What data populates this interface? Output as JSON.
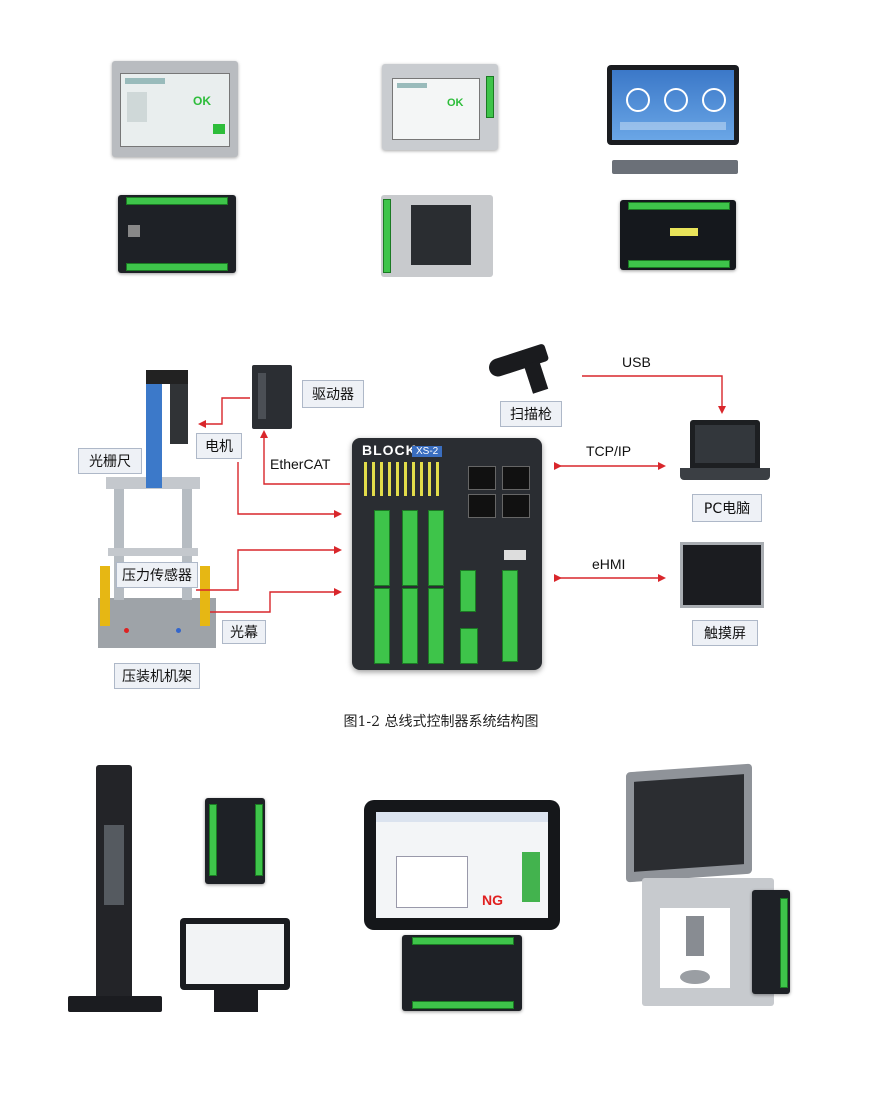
{
  "top_gallery": {
    "hmi1_ok": "OK",
    "hmi2_ok": "OK"
  },
  "diagram": {
    "controller_brand": "BLOCK",
    "controller_model": "XS-2",
    "labels": {
      "driver": "驱动器",
      "motor": "电机",
      "grating_ruler": "光栅尺",
      "ethercat": "EtherCAT",
      "scanner": "扫描枪",
      "usb": "USB",
      "tcpip": "TCP/IP",
      "pc": "PC电脑",
      "ehmi": "eHMI",
      "touchscreen": "触摸屏",
      "pressure_sensor": "压力传感器",
      "light_curtain": "光幕",
      "press_frame": "压装机机架"
    },
    "colors": {
      "arrow": "#d9262b",
      "label_bg": "#eef1f6",
      "terminal_green": "#3ec44a"
    }
  },
  "caption": "图1-2  总线式控制器系统结构图",
  "bottom_gallery": {
    "ng_text": "NG"
  }
}
